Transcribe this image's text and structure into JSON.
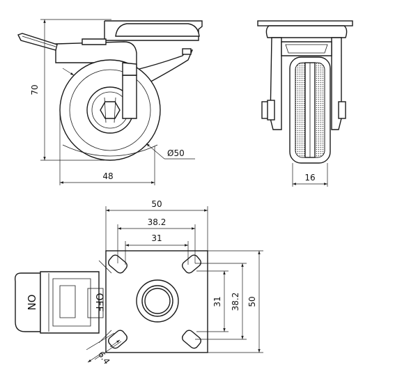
{
  "drawing": {
    "side_view": {
      "height_label": "70",
      "width_label": "48",
      "wheel_diameter_label": "Ø50"
    },
    "front_view": {
      "tread_width_label": "16"
    },
    "top_view": {
      "plate_width_label": "50",
      "plate_height_label": "50",
      "hole_outer_horizontal_label": "38.2",
      "hole_inner_horizontal_label": "31",
      "hole_outer_vertical_label": "38.2",
      "hole_inner_vertical_label": "31",
      "slot_width_label": "6.4",
      "brake_on_label": "ON",
      "brake_off_label": "OFF"
    }
  }
}
